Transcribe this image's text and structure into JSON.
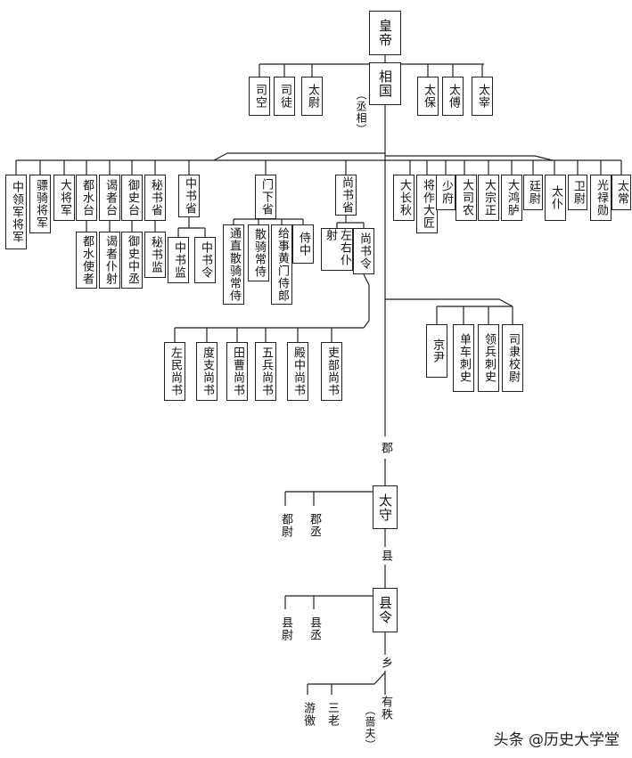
{
  "nodes": {
    "huangdi": "皇帝",
    "xiangguo": "相国",
    "chengxiang": "（丞相）",
    "sikong": "司空",
    "situ": "司徒",
    "taiwei": "太尉",
    "taibao": "太保",
    "taifu": "太傅",
    "taizai": "太宰",
    "zhonglingjun": "中领军将军",
    "piaoqi": "骠骑将军",
    "dajiangjun": "大将军",
    "dushuitai": "都水台",
    "yezhetai": "谒者台",
    "yushitai": "御史台",
    "mishusheng": "秘书省",
    "zhongshusheng": "中书省",
    "menxiasheng": "门下省",
    "shangshusheng": "尚书省",
    "dushuishizhe": "都水使者",
    "yezhepushe": "谒者仆射",
    "yushizhongcheng": "御史中丞",
    "mishujian": "秘书监",
    "zhongshujian": "中书监",
    "zhongshuling": "中书令",
    "tongzhi": "通直散骑常侍",
    "sanqi": "散骑常侍",
    "jishi": "给事黄门侍郎",
    "shizhong": "侍中",
    "zuoyou": "左右仆射",
    "shangshuling": "尚书令",
    "zuomin": "左民尚书",
    "duzhi": "度支尚书",
    "tiancao": "田曹尚书",
    "wubing": "五兵尚书",
    "dianzhong": "殿中尚书",
    "libu": "吏部尚书",
    "dachangqiu": "大长秋",
    "jiangzuo": "将作大匠",
    "shaofu": "少府",
    "danong": "大司农",
    "dazongzheng": "大宗正",
    "dahonglu": "大鸿胪",
    "tingwei": "廷尉",
    "taipu": "太仆",
    "weiwei": "卫尉",
    "guanglu": "光禄勋",
    "taichang": "太常",
    "jingyin": "京尹",
    "danche": "单车刺史",
    "lingbing": "领兵刺史",
    "sili": "司隶校尉",
    "jun": "郡",
    "taishou": "太守",
    "duwei": "都尉",
    "juncheng": "郡丞",
    "xian": "县",
    "xianling": "县令",
    "xianwei": "县尉",
    "xiancheng": "县丞",
    "xiang": "乡",
    "youjiao": "游徼",
    "sanlao": "三老",
    "youzhi": "有秩",
    "sefu": "（啬夫）"
  },
  "watermark": "头条 @历史大学堂"
}
